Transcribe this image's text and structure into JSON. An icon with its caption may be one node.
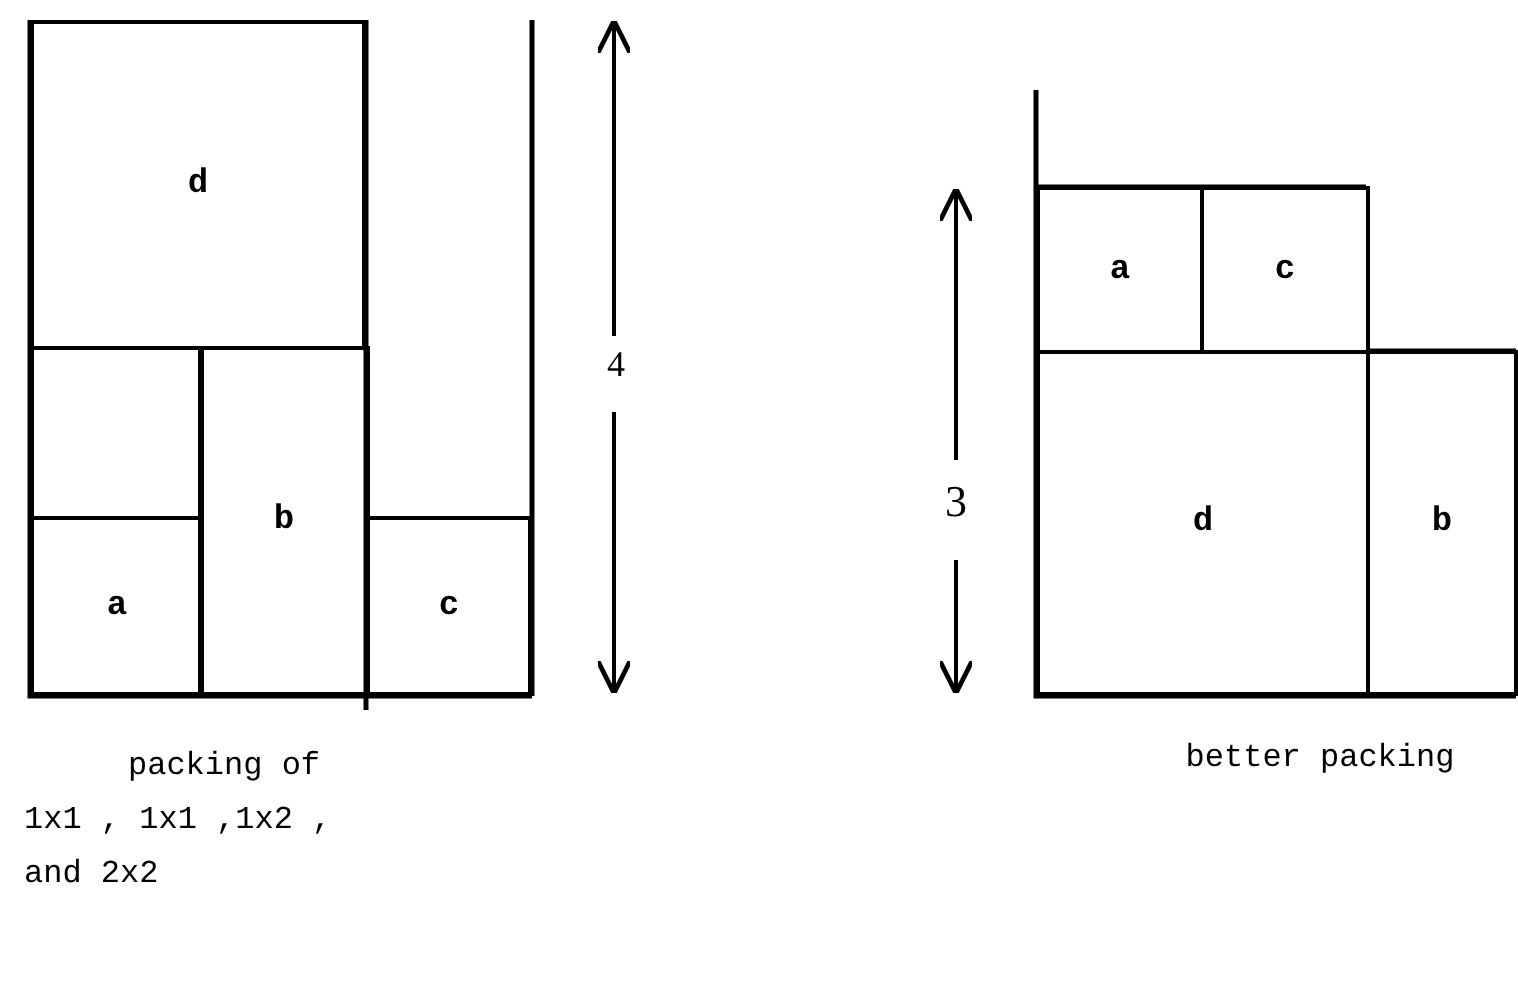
{
  "diagram": {
    "nodes": [
      {
        "text": [
          "d"
        ]
      },
      {
        "text": [],
        "shape": "box"
      },
      {
        "text": [
          "a"
        ]
      },
      {
        "text": [
          "b"
        ]
      },
      {
        "text": [
          "c"
        ]
      },
      {
        "text": [
          "a"
        ]
      },
      {
        "text": [
          "c"
        ]
      },
      {
        "text": [
          "d"
        ]
      },
      {
        "text": [
          "b"
        ]
      }
    ],
    "edges": [],
    "labels": [
      "4",
      "3",
      "packing of 1x1 , 1x1 ,1x2 , and 2x2",
      "better packing"
    ]
  }
}
